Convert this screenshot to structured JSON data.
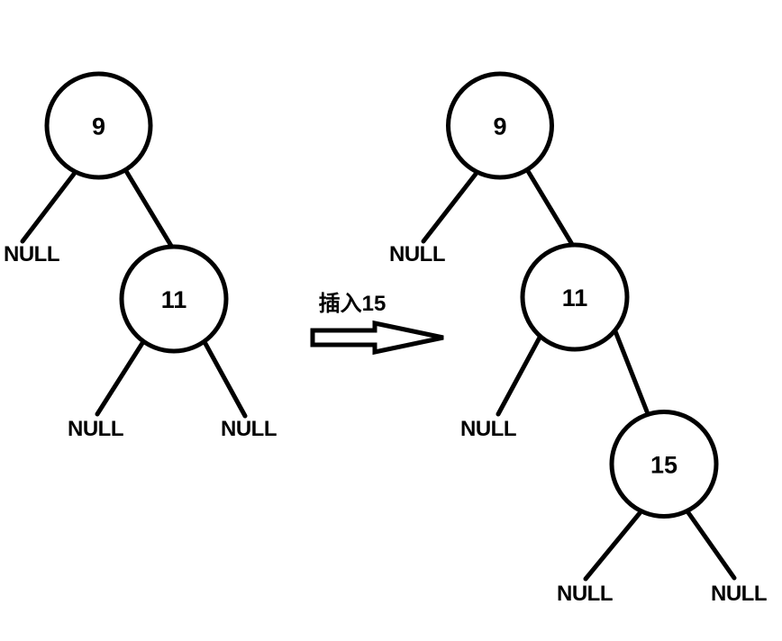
{
  "arrow": {
    "label": "插入15"
  },
  "tree_before": {
    "nodes": [
      {
        "value": "9"
      },
      {
        "value": "11"
      }
    ],
    "nulls": [
      {
        "label": "NULL"
      },
      {
        "label": "NULL"
      },
      {
        "label": "NULL"
      }
    ]
  },
  "tree_after": {
    "nodes": [
      {
        "value": "9"
      },
      {
        "value": "11"
      },
      {
        "value": "15"
      }
    ],
    "nulls": [
      {
        "label": "NULL"
      },
      {
        "label": "NULL"
      },
      {
        "label": "NULL"
      },
      {
        "label": "NULL"
      }
    ]
  },
  "colors": {
    "background": "#ffffff",
    "stroke": "#000000",
    "text": "#000000"
  }
}
